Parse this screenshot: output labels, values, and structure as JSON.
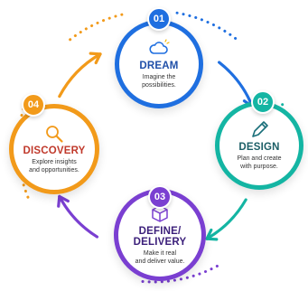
{
  "steps": [
    {
      "number": "01",
      "title": "DREAM",
      "description": "Imagine the\npossibilities.",
      "color": "#1f6fe0",
      "icon": "cloud-icon"
    },
    {
      "number": "02",
      "title": "DESIGN",
      "description": "Plan and create\nwith purpose.",
      "color": "#14b5a3",
      "icon": "pencil-icon"
    },
    {
      "number": "03",
      "title": "DEFINE/\nDELIVERY",
      "description": "Make it real\nand deliver value.",
      "color": "#7a3fd1",
      "icon": "box-icon"
    },
    {
      "number": "04",
      "title": "DISCOVERY",
      "description": "Explore insights\nand opportunities.",
      "color": "#f29a1a",
      "icon": "magnifier-icon"
    }
  ]
}
